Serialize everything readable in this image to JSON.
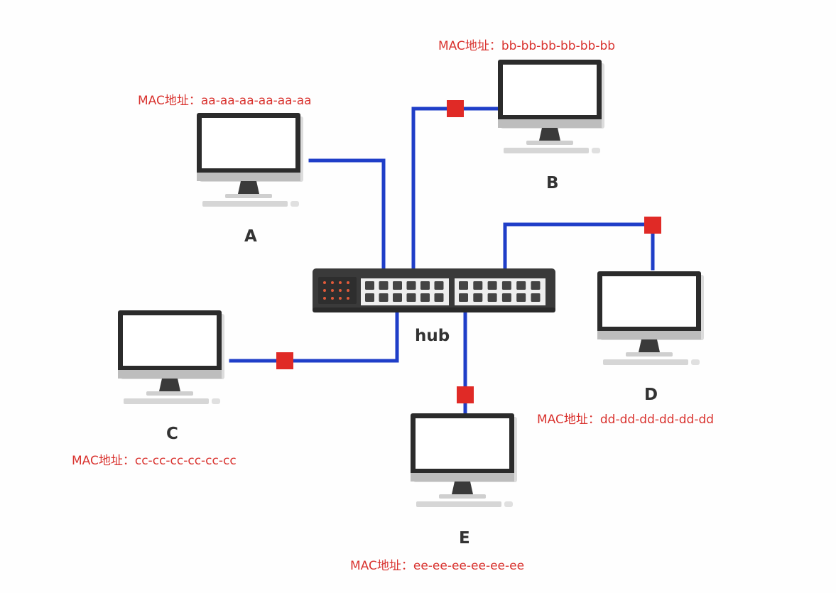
{
  "colors": {
    "cable": "#1f3ec8",
    "port": "#e02a26",
    "label_red": "#d9332f",
    "text_dark": "#333333",
    "monitor_frame": "#2b2b2b",
    "monitor_stand": "#c9c9c9",
    "hub_body": "#3a3a3a"
  },
  "hub": {
    "label": "hub",
    "icon": "network-hub-icon"
  },
  "computers": {
    "a": {
      "name": "A",
      "mac_label": "MAC地址：aa-aa-aa-aa-aa-aa",
      "icon": "desktop-monitor-icon"
    },
    "b": {
      "name": "B",
      "mac_label": "MAC地址：bb-bb-bb-bb-bb-bb",
      "icon": "desktop-monitor-icon"
    },
    "c": {
      "name": "C",
      "mac_label": "MAC地址：cc-cc-cc-cc-cc-cc",
      "icon": "desktop-monitor-icon"
    },
    "d": {
      "name": "D",
      "mac_label": "MAC地址：dd-dd-dd-dd-dd-dd",
      "icon": "desktop-monitor-icon"
    },
    "e": {
      "name": "E",
      "mac_label": "MAC地址：ee-ee-ee-ee-ee-ee",
      "icon": "desktop-monitor-icon"
    }
  }
}
